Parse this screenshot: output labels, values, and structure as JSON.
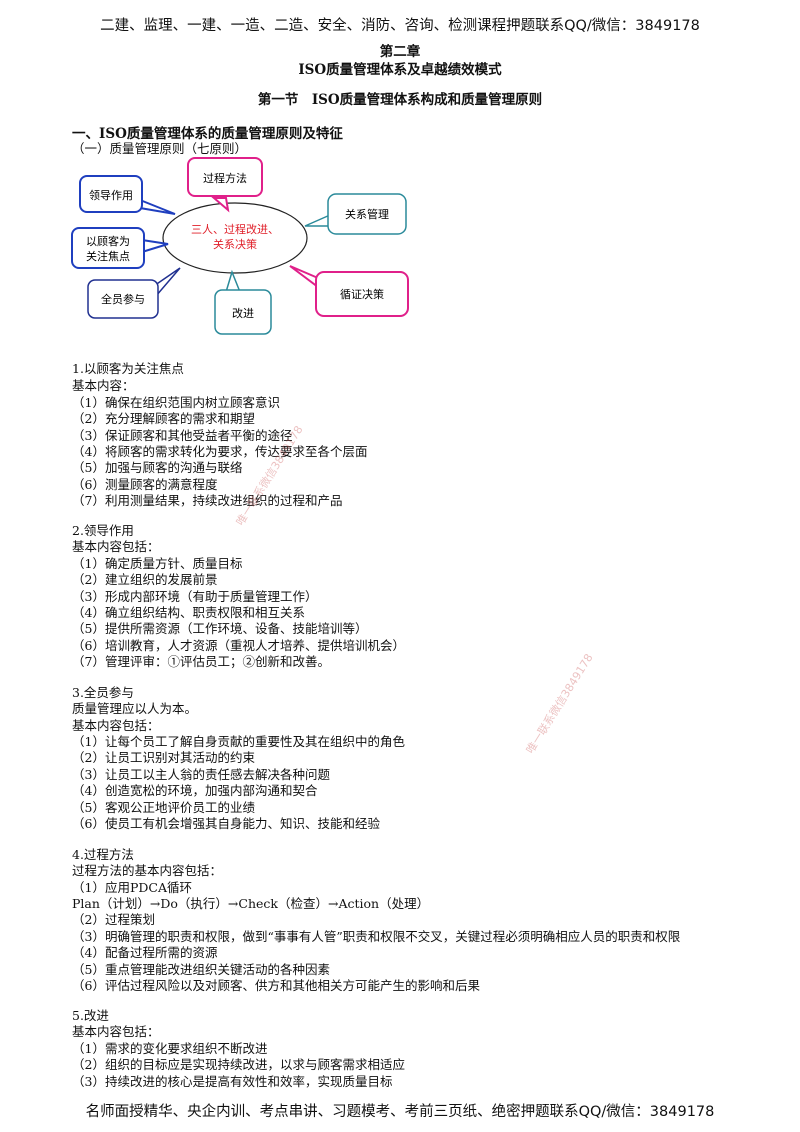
{
  "header": "二建、监理、一建、一造、二造、安全、消防、咨询、检测课程押题联系QQ/微信：3849178",
  "footer": "名师面授精华、央企内训、考点串讲、习题模考、考前三页纸、绝密押题联系QQ/微信：3849178",
  "chapter": "第二章",
  "chapter_title": "ISO质量管理体系及卓越绩效模式",
  "section_title": "第一节　ISO质量管理体系构成和质量管理原则",
  "heading1": "一、ISO质量管理体系的质量管理原则及特征",
  "subheading": "（一）质量管理原则（七原则）",
  "diagram": {
    "center_line1": "三人、过程改进、",
    "center_line2": "关系决策",
    "b_leadership": "领导作用",
    "b_process": "过程方法",
    "b_relation": "关系管理",
    "b_customer1": "以顾客为",
    "b_customer2": "关注焦点",
    "b_staff": "全员参与",
    "b_improve": "改进",
    "b_evidence": "循证决策",
    "colors": {
      "blue": "#1f3fbf",
      "pink": "#e0208a",
      "teal": "#2a8a9a",
      "red": "#e0202a",
      "navy": "#203090"
    }
  },
  "lines": [
    "1.以顾客为关注焦点",
    "基本内容：",
    "（1）确保在组织范围内树立顾客意识",
    "（2）充分理解顾客的需求和期望",
    "（3）保证顾客和其他受益者平衡的途径",
    "（4）将顾客的需求转化为要求，传达要求至各个层面",
    "（5）加强与顾客的沟通与联络",
    "（6）测量顾客的满意程度",
    "（7）利用测量结果，持续改进组织的过程和产品",
    "2.领导作用",
    "基本内容包括：",
    "（1）确定质量方针、质量目标",
    "（2）建立组织的发展前景",
    "（3）形成内部环境（有助于质量管理工作）",
    "（4）确立组织结构、职责权限和相互关系",
    "（5）提供所需资源（工作环境、设备、技能培训等）",
    "（6）培训教育，人才资源（重视人才培养、提供培训机会）",
    "（7）管理评审：①评估员工；②创新和改善。",
    "3.全员参与",
    "质量管理应以人为本。",
    "基本内容包括：",
    "（1）让每个员工了解自身贡献的重要性及其在组织中的角色",
    "（2）让员工识别对其活动的约束",
    "（3）让员工以主人翁的责任感去解决各种问题",
    "（4）创造宽松的环境，加强内部沟通和契合",
    "（5）客观公正地评价员工的业绩",
    "（6）使员工有机会增强其自身能力、知识、技能和经验",
    "4.过程方法",
    "过程方法的基本内容包括：",
    "（1）应用PDCA循环",
    "Plan（计划）→Do（执行）→Check（检查）→Action（处理）",
    "（2）过程策划",
    "（3）明确管理的职责和权限，做到“事事有人管”职责和权限不交叉，关键过程必须明确相应人员的职责和权限",
    "（4）配备过程所需的资源",
    "（5）重点管理能改进组织关键活动的各种因素",
    "（6）评估过程风险以及对顾客、供方和其他相关方可能产生的影响和后果",
    "5.改进",
    "基本内容包括：",
    "（1）需求的变化要求组织不断改进",
    "（2）组织的目标应是实现持续改进，以求与顾客需求相适应",
    "（3）持续改进的核心是提高有效性和效率，实现质量目标"
  ],
  "watermarks": [
    "唯一联系微信3849178",
    "唯一联系微信3849178"
  ]
}
